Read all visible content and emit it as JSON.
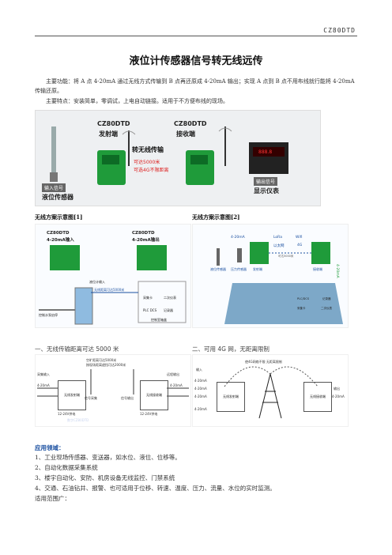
{
  "header": {
    "code": "CZ80DTD"
  },
  "title": "液位计传感器信号转无线远传",
  "paragraphs": {
    "function": "主要功能：将 A 点 4-20mA 通过无线方式传输到 B 点再还原成 4-20mA 输出；实现 A 点到 B 点不用布线就行能将 4-20mA 传输还原。",
    "feature": "主要特点：安装简单，零调试，上电自动链接。适用于不方便布线的现场。"
  },
  "hero": {
    "sender_model": "CZ80DTD",
    "sender_name": "发射端",
    "receiver_model": "CZ80DTD",
    "receiver_name": "接收端",
    "wireless": "转无线传输",
    "range1": "可达5000米",
    "range2": "可选4G不限距离",
    "input_tag": "输入信号",
    "input_name": "液位传感器",
    "output_tag": "输出信号",
    "output_name": "显示仪表",
    "display_value": "888.8"
  },
  "diagram1": {
    "heading": "无线方案示意图[1]",
    "sender": "CZ80DTD",
    "sender_sub": "4-20mA输入",
    "receiver": "CZ80DTD",
    "receiver_sub": "4-20mA输出",
    "level_input": "液位计输入",
    "distance": "无线距离可达5000米",
    "pump": "控制水泵启停",
    "collector": "采集卡",
    "meter": "二次仪表",
    "plc": "PLC DCS",
    "recorder": "记录器",
    "cabinet": "控制室箱盒"
  },
  "diagram2": {
    "heading": "无线方案示意图[2]",
    "signal": "4-20mA",
    "lora": "LoRa",
    "wifi": "Wifi",
    "ethernet": "以太网",
    "g4": "4G",
    "range": "可达5000米",
    "level": "液位传感器",
    "pressure": "压力传感器",
    "sender": "发射端",
    "receiver": "接收端",
    "right_signal": "4-20mA",
    "plc": "PLC/DCS",
    "recorder": "记录器",
    "collector": "采集卡",
    "meter": "二次仪表"
  },
  "notes": {
    "n1": "一、无线传输距离可达 5000 米",
    "n2": "二、可用 4G 网，无距离限制"
  },
  "wiring1": {
    "left_label": "采集输入",
    "right_label": "远程输出",
    "top_note1": "空旷距离可达5000米",
    "top_note2": "按现场距离遮挡可达2000米",
    "signal": "4-20mA",
    "tx": "无线发射端",
    "rx": "无线接收端",
    "collect": "信号采集",
    "output": "信号输出",
    "power": "12-24V供电",
    "watermark": "数字CZ80DTD"
  },
  "wiring2": {
    "left_label": "输入",
    "right_label": "输出",
    "top_note": "使4G网络不限 无距离限制",
    "signal": "4-20mA",
    "tx": "无线发射端",
    "rx": "无线接收端"
  },
  "applications": {
    "heading": "应用领域：",
    "items": [
      "1、工业现场传感器、变送器，如水位、液位、位移等。",
      "2、自动化数据采集系统",
      "3、楼宇自动化、安防、机房设备无线监控、门禁系统",
      "4、交通、石油钻井、报警、也可适用于位移、转速、温度、压力、流量、水位的实时监测。",
      "适用范围广："
    ]
  },
  "colors": {
    "device_green": "#1f9b3a",
    "accent_red": "#d22",
    "accent_blue": "#1a4fa0"
  }
}
